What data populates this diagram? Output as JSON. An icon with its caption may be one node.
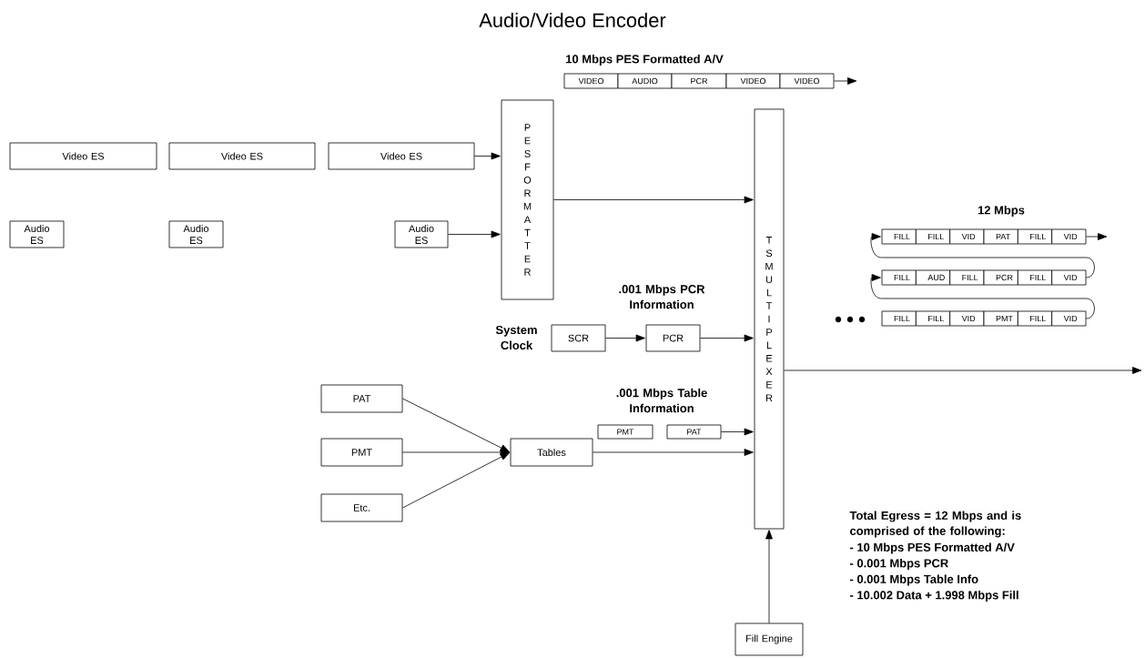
{
  "diagram": {
    "title": "Audio/Video Encoder",
    "nodes": [
      {
        "text": [
          "Video ES"
        ]
      },
      {
        "text": [
          "Video ES"
        ]
      },
      {
        "text": [
          "Video ES"
        ]
      },
      {
        "text": [
          "Audio ES"
        ]
      },
      {
        "text": [
          "Audio ES"
        ]
      },
      {
        "text": [
          "Audio ES"
        ]
      },
      {
        "text": [
          "PES FORMATTER"
        ]
      },
      {
        "text": [
          "TS MULTIPLEXER"
        ]
      },
      {
        "text": [
          "SCR"
        ],
        "beside": [
          "System Clock"
        ]
      },
      {
        "text": [
          "PCR"
        ]
      },
      {
        "text": [
          "PAT"
        ]
      },
      {
        "text": [
          "PMT"
        ]
      },
      {
        "text": [
          "Etc."
        ]
      },
      {
        "text": [
          "Tables"
        ]
      },
      {
        "text": [
          "Fill Engine"
        ]
      },
      {
        "text": [
          "PMT"
        ]
      },
      {
        "text": [
          "PAT"
        ]
      },
      {
        "text": [
          "VIDEO"
        ]
      },
      {
        "text": [
          "AUDIO"
        ]
      },
      {
        "text": [
          "PCR"
        ]
      },
      {
        "text": [
          "VIDEO"
        ]
      },
      {
        "text": [
          "VIDEO"
        ]
      },
      {
        "text": [
          "FILL"
        ]
      },
      {
        "text": [
          "FILL"
        ]
      },
      {
        "text": [
          "VID"
        ]
      },
      {
        "text": [
          "PAT"
        ]
      },
      {
        "text": [
          "FILL"
        ]
      },
      {
        "text": [
          "VID"
        ]
      },
      {
        "text": [
          "FILL"
        ]
      },
      {
        "text": [
          "AUD"
        ]
      },
      {
        "text": [
          "FILL"
        ]
      },
      {
        "text": [
          "PCR"
        ]
      },
      {
        "text": [
          "FILL"
        ]
      },
      {
        "text": [
          "VID"
        ]
      },
      {
        "text": [
          "FILL"
        ]
      },
      {
        "text": [
          "FILL"
        ]
      },
      {
        "text": [
          "VID"
        ]
      },
      {
        "text": [
          "PMT"
        ]
      },
      {
        "text": [
          "FILL"
        ]
      },
      {
        "text": [
          "VID"
        ]
      }
    ],
    "edges": [
      {
        "from": 2,
        "to": 6,
        "arrow": "to"
      },
      {
        "from": 5,
        "to": 6,
        "arrow": "to"
      },
      {
        "from": 6,
        "to": 7,
        "arrow": "to"
      },
      {
        "from": 8,
        "to": 9,
        "arrow": "to"
      },
      {
        "from": 9,
        "to": 7,
        "arrow": "to"
      },
      {
        "from": 10,
        "to": 13,
        "arrow": "to"
      },
      {
        "from": 11,
        "to": 13,
        "arrow": "to"
      },
      {
        "from": 12,
        "to": 13,
        "arrow": "to"
      },
      {
        "from": 13,
        "to": 7,
        "arrow": "to"
      },
      {
        "from": 16,
        "to": 7,
        "arrow": "to"
      },
      {
        "from": 14,
        "to": 7,
        "arrow": "to"
      },
      {
        "from": 7,
        "to": null,
        "arrow": "to"
      },
      {
        "from": 21,
        "to": null,
        "arrow": "to"
      },
      {
        "from": 27,
        "to": null,
        "arrow": "to"
      },
      {
        "from": 33,
        "to": 22,
        "arrow": "to"
      },
      {
        "from": 39,
        "to": 28,
        "arrow": "to"
      }
    ],
    "labels": [
      "10 Mbps PES Formatted A/V",
      ".001 Mbps PCR Information",
      ".001 Mbps Table Information",
      "12 Mbps",
      "Total Egress = 12 Mbps and is comprised of the following:",
      "- 10 Mbps PES Formatted A/V",
      "- 0.001 Mbps PCR",
      "- 0.001 Mbps Table Info",
      "- 10.002 Data + 1.998 Mbps Fill"
    ]
  }
}
